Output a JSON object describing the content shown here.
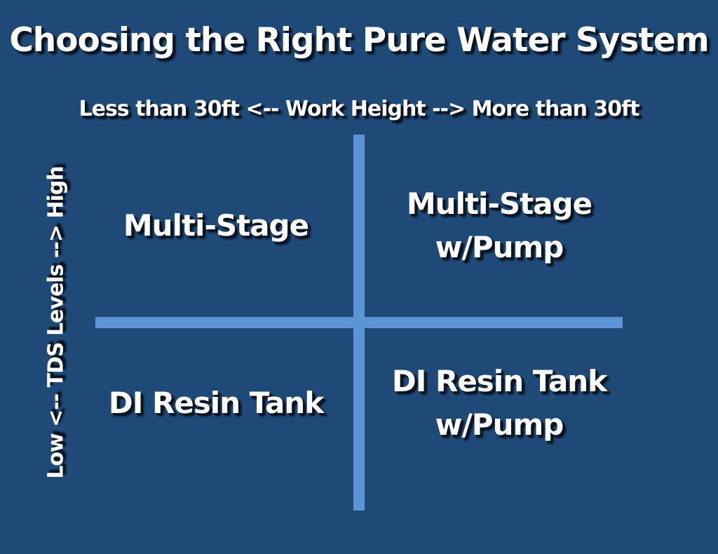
{
  "title": "Choosing the Right Pure Water System",
  "x_axis_label": "Less than 30ft <-- Work Height --> More than 30ft",
  "y_axis_label": "Low <-- TDS Levels --> High",
  "quadrants": {
    "top_left": [
      "Multi-Stage"
    ],
    "top_right": [
      "Multi-Stage",
      "w/Pump"
    ],
    "bottom_left": [
      "DI Resin Tank"
    ],
    "bottom_right": [
      "DI Resin Tank",
      "w/Pump"
    ]
  },
  "colors": {
    "background": "#1f4a78",
    "divider": "#5b95d6",
    "text": "#ffffff"
  }
}
